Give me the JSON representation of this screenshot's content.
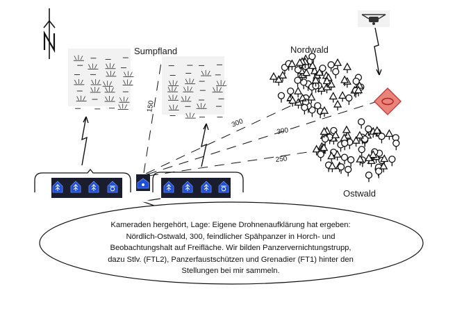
{
  "map": {
    "areas": {
      "swamp": "Sumpfland",
      "north_forest": "Nordwald",
      "east_forest": "Ostwald"
    },
    "distances": {
      "to_swamp_gap": "150",
      "upper_line": "300",
      "middle_line": "300",
      "lower_line": "250"
    },
    "icons": {
      "north": "north-arrow-icon",
      "drone": "drone-icon",
      "enemy": "enemy-vehicle-icon",
      "team_leader": "team-leader-icon",
      "soldier": "soldier-icon",
      "sensor": "sensor-icon"
    },
    "colors": {
      "unit_panel": "#1a1d2e",
      "unit_symbol": "#1f4fd6",
      "enemy_fill": "#e8847a",
      "enemy_border": "#c84040"
    }
  },
  "speech": {
    "lines": [
      "Kameraden hergehört, Lage: Eigene Drohnenaufklärung hat ergeben:",
      "Nördlich-Ostwald, 300, feindlicher Spähpanzer in Horch- und",
      "Beobachtungshalt auf Freifläche. Wir bilden Panzervernichtungstrupp,",
      "dazu Stlv. (FTL2), Panzerfaustschützen und Grenadier (FT1) hinter den",
      "Stellungen bei mir sammeln."
    ]
  }
}
